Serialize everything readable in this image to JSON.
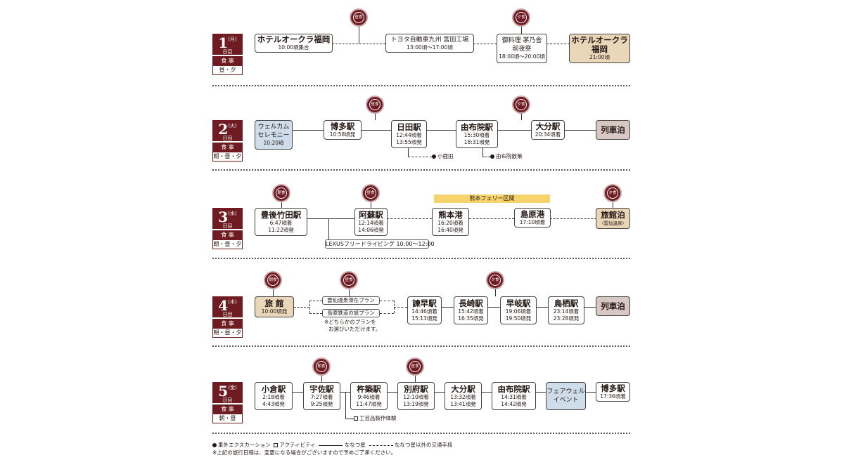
{
  "colors": {
    "maroon": "#6e1b22",
    "tan": "#ead6b8",
    "blue": "#cfdcea",
    "gray": "#d8c8c4",
    "band": "#f6d36b"
  },
  "meal_labels": {
    "breakfast": "朝食",
    "lunch": "昼食",
    "dinner": "夕食"
  },
  "days": [
    {
      "num": "1",
      "weekday": "(月)",
      "suffix": "日目",
      "meal_title": "食 事",
      "meals": "昼・夕",
      "nodes": [
        {
          "name": "ホテルオークラ福岡",
          "time1": "10:00頃集合"
        },
        {
          "name": "トヨタ自動車九州 宮田工場",
          "time1": "13:00頃～17:00頃"
        },
        {
          "name": "御料理 茅乃舎",
          "name2": "前夜祭",
          "time1": "18:00頃～20:00頃"
        },
        {
          "name": "ホテルオークラ",
          "name2": "福岡",
          "time1": "21:00頃"
        }
      ]
    },
    {
      "num": "2",
      "weekday": "(火)",
      "suffix": "日目",
      "meal_title": "食 事",
      "meals": "朝・昼・夕",
      "nodes": [
        {
          "name": "ウェルカム",
          "name2": "セレモニー",
          "time1": "10:20頃"
        },
        {
          "name": "博多駅",
          "time1": "10:58頃発"
        },
        {
          "name": "日田駅",
          "time1": "12:44頃着",
          "time2": "13:55頃発"
        },
        {
          "name": "由布院駅",
          "time1": "15:30頃着",
          "time2": "18:31頃発"
        },
        {
          "name": "大分駅",
          "time1": "20:34頃着"
        },
        {
          "name": "列車泊"
        }
      ],
      "excursions": [
        "小鹿田",
        "由布院散策"
      ]
    },
    {
      "num": "3",
      "weekday": "(水)",
      "suffix": "日目",
      "meal_title": "食 事",
      "meals": "朝・昼・夕",
      "nodes": [
        {
          "name": "豊後竹田駅",
          "time1": "6:47頃着",
          "time2": "11:22頃発"
        },
        {
          "name": "阿蘇駅",
          "time1": "12:14頃着",
          "time2": "14:06頃発"
        },
        {
          "name": "熊本港",
          "time1": "16:20頃着",
          "time2": "16:40頃発"
        },
        {
          "name": "島原港",
          "time1": "17:10頃着"
        },
        {
          "name": "旅館泊",
          "time1": "(雲仙温泉)"
        }
      ],
      "ferry": "熊本フェリー区間",
      "activity": "LEXUSフリードライビング 10:00～12:00"
    },
    {
      "num": "4",
      "weekday": "(木)",
      "suffix": "日目",
      "meal_title": "食 事",
      "meals": "朝・昼・夕",
      "nodes": [
        {
          "name": "旅 館",
          "time1": "10:00頃発"
        },
        {
          "name": "諫早駅",
          "time1": "14:46頃着",
          "time2": "15:13頃発"
        },
        {
          "name": "長崎駅",
          "time1": "15:42頃着",
          "time2": "16:35頃発"
        },
        {
          "name": "早岐駅",
          "time1": "19:06頃着",
          "time2": "19:50頃発"
        },
        {
          "name": "鳥栖駅",
          "time1": "23:14頃着",
          "time2": "23:28頃発"
        },
        {
          "name": "列車泊"
        }
      ],
      "plans": [
        "雲仙温泉滞在プラン",
        "島原鉄道の旅プラン"
      ],
      "plan_note1": "※どちらかのプランを",
      "plan_note2": "お選びいただけます。"
    },
    {
      "num": "5",
      "weekday": "(金)",
      "suffix": "日目",
      "meal_title": "食 事",
      "meals": "朝・昼",
      "nodes": [
        {
          "name": "小倉駅",
          "time1": "2:18頃着",
          "time2": "4:43頃発"
        },
        {
          "name": "宇佐駅",
          "time1": "7:27頃着",
          "time2": "9:25頃発"
        },
        {
          "name": "杵築駅",
          "time1": "9:46頃着",
          "time2": "11:47頃発"
        },
        {
          "name": "別府駅",
          "time1": "12:10頃着",
          "time2": "13:19頃発"
        },
        {
          "name": "大分駅",
          "time1": "13:32頃着",
          "time2": "13:41頃発"
        },
        {
          "name": "由布院駅",
          "time1": "14:31頃着",
          "time2": "14:42頃発"
        },
        {
          "name": "フェアウェル",
          "name2": "イベント"
        },
        {
          "name": "博多駅",
          "time1": "17:36頃着"
        }
      ],
      "activity": "工芸品製作体験"
    }
  ],
  "legend": {
    "excursion": "車外エクスカーション",
    "activity": "アクティビティ",
    "nanatsuboshi": "ななつ星",
    "other": "ななつ星以外の交通手段",
    "note": "※上記の旅行日程は、変更になる場合がございますので予めご了承ください。"
  }
}
